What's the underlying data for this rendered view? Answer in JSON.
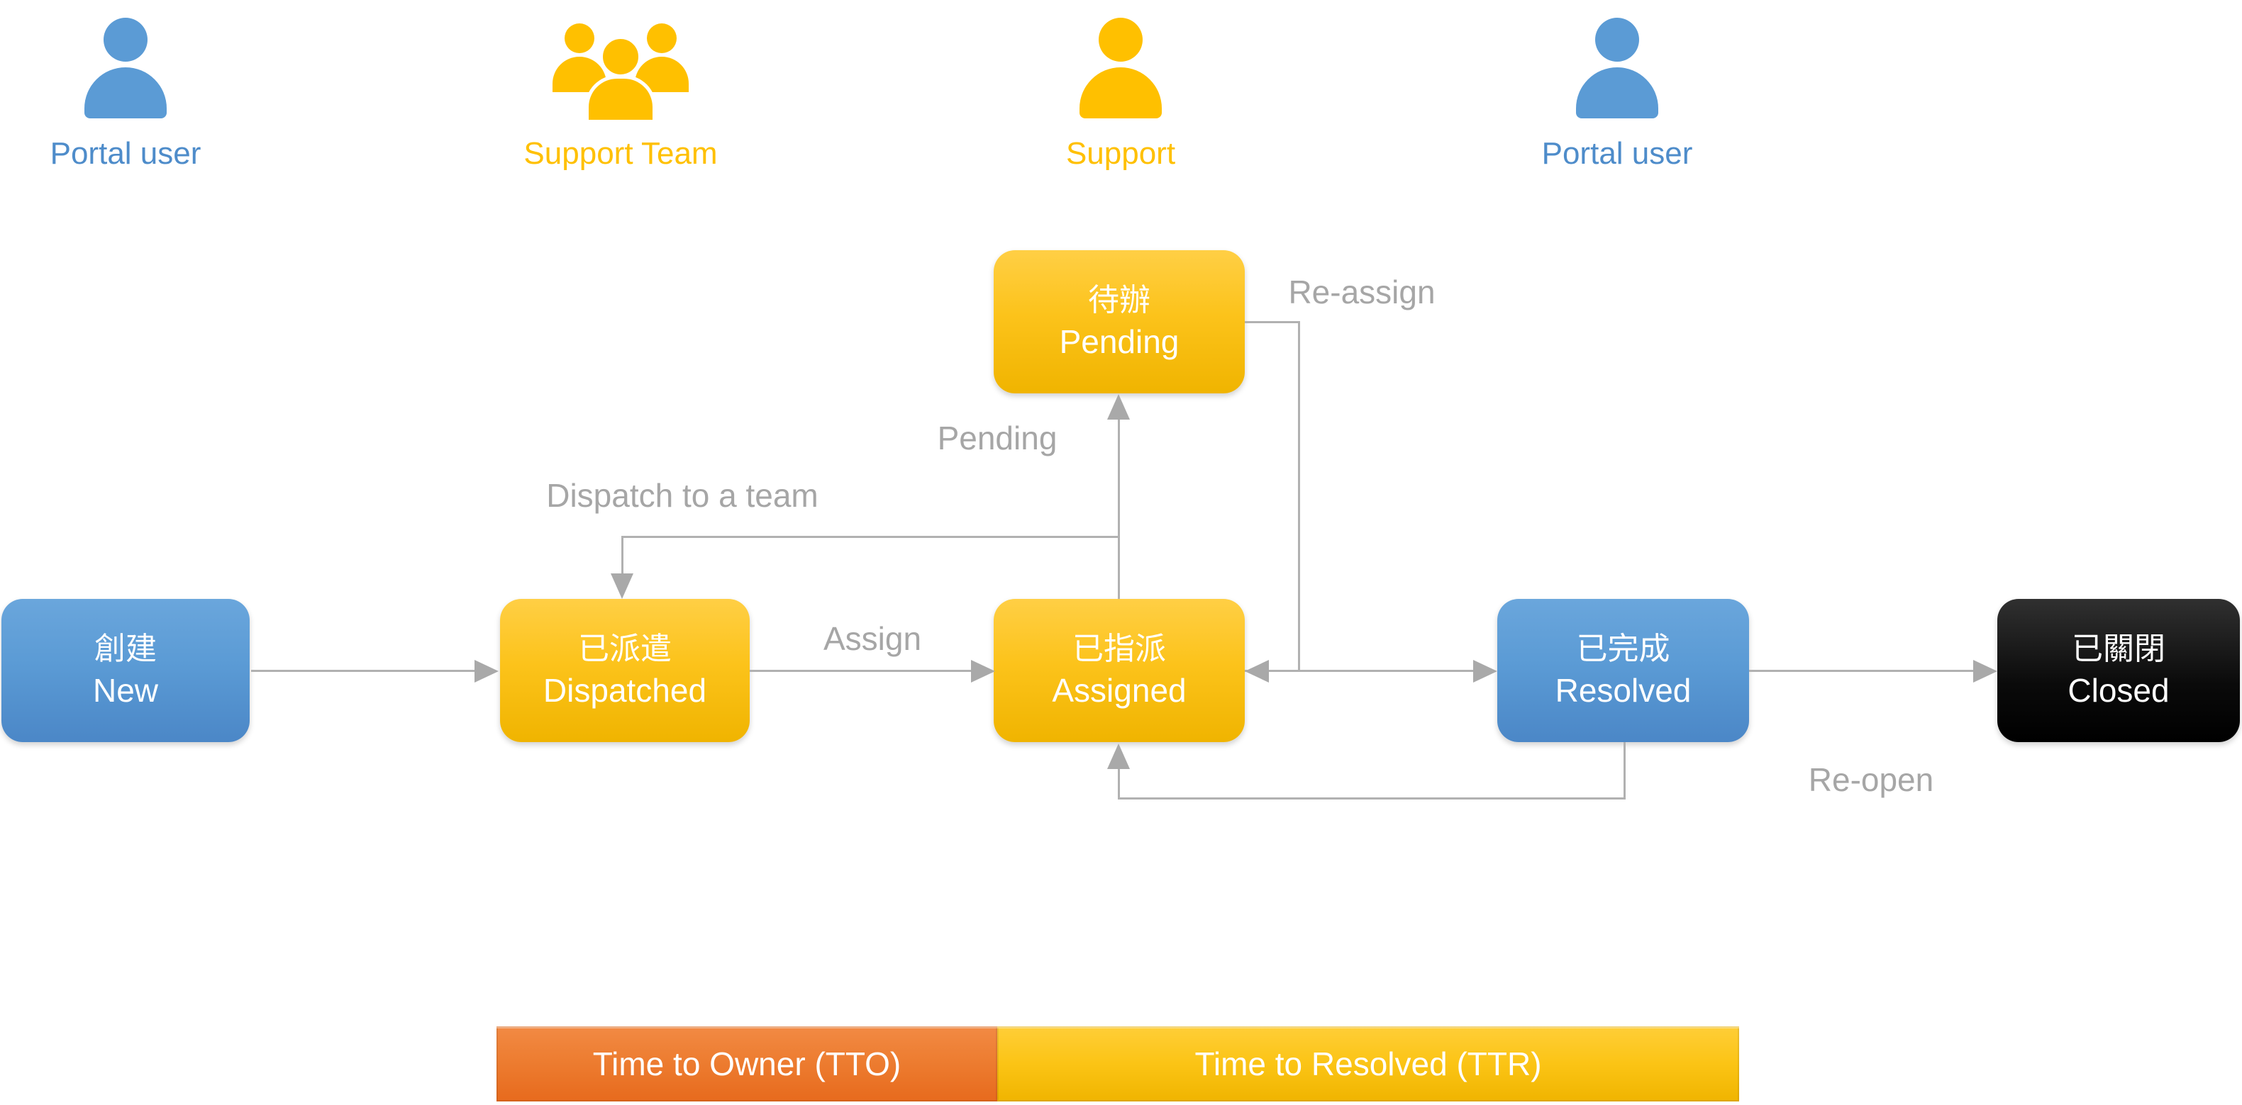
{
  "actors": [
    {
      "label": "Portal user",
      "color": "#5b9bd5",
      "icon": "person-icon"
    },
    {
      "label": "Support Team",
      "color": "#ffc000",
      "icon": "people-group-icon"
    },
    {
      "label": "Support",
      "color": "#ffc000",
      "icon": "person-icon"
    },
    {
      "label": "Portal user",
      "color": "#5b9bd5",
      "icon": "person-icon"
    }
  ],
  "states": [
    {
      "zh": "創建",
      "en": "New",
      "color": "#5b9bd5"
    },
    {
      "zh": "已派遣",
      "en": "Dispatched",
      "color": "#ffc000"
    },
    {
      "zh": "已指派",
      "en": "Assigned",
      "color": "#ffc000"
    },
    {
      "zh": "待辦",
      "en": "Pending",
      "color": "#ffc000"
    },
    {
      "zh": "已完成",
      "en": "Resolved",
      "color": "#5b9bd5"
    },
    {
      "zh": "已關閉",
      "en": "Closed",
      "color": "#000000"
    }
  ],
  "edge_labels": {
    "assign": "Assign",
    "pending": "Pending",
    "dispatch": "Dispatch to a team",
    "reassign": "Re-assign",
    "reopen": "Re-open"
  },
  "timeline": [
    {
      "label": "Time to Owner (TTO)",
      "color": "#ed7d31"
    },
    {
      "label": "Time to Resolved (TTR)",
      "color": "#ffc000"
    }
  ],
  "colors": {
    "connector_line": "#b1b1b1",
    "connector_label": "#a6a6a6",
    "state_text": "#ffffff"
  }
}
